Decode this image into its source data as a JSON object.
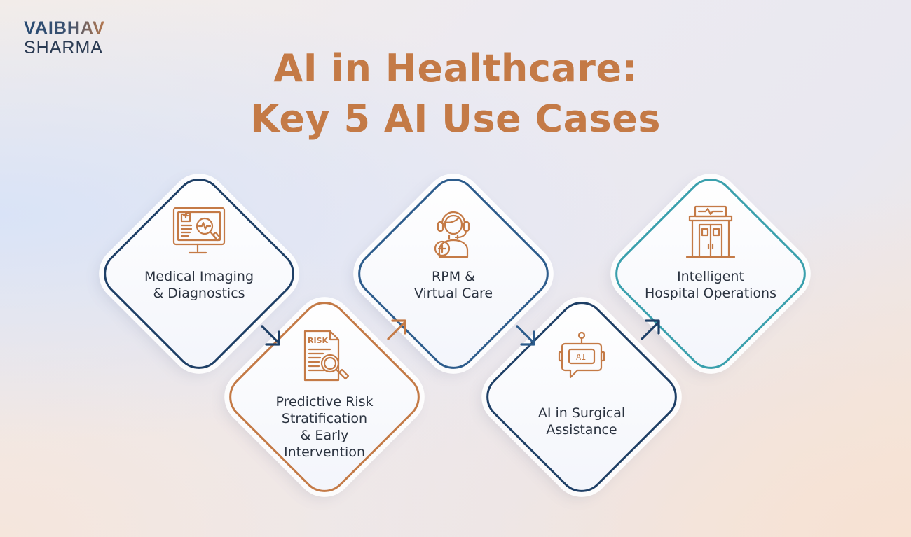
{
  "brand": {
    "line1": "VAIBHAV",
    "line2": "SHARMA"
  },
  "title": {
    "line1": "AI in Healthcare:",
    "line2": "Key 5 AI Use Cases"
  },
  "colors": {
    "accent": "#c47a46",
    "navy": "#1e3f66",
    "blue": "#2d5c8c",
    "teal": "#3aa0ad",
    "text": "#2b3340"
  },
  "cases": [
    {
      "lines": [
        "Medical Imaging",
        "& Diagnostics"
      ],
      "icon": "monitor-diagnostics-icon",
      "border": "#1e3f66",
      "icon_color": "#c47a46"
    },
    {
      "lines": [
        "Predictive Risk",
        "Stratification",
        "& Early",
        "Intervention"
      ],
      "icon": "risk-report-icon",
      "icon_text": "RISK",
      "border": "#c47a46",
      "icon_color": "#c47a46"
    },
    {
      "lines": [
        "RPM &",
        "Virtual Care"
      ],
      "icon": "headset-agent-icon",
      "border": "#2d5c8c",
      "icon_color": "#c47a46"
    },
    {
      "lines": [
        "AI in Surgical",
        "Assistance"
      ],
      "icon": "ai-robot-icon",
      "icon_text": "AI",
      "border": "#1e3f66",
      "icon_color": "#c47a46"
    },
    {
      "lines": [
        "Intelligent",
        "Hospital Operations"
      ],
      "icon": "hospital-building-icon",
      "border": "#3aa0ad",
      "icon_color": "#c47a46"
    }
  ],
  "arrows": [
    {
      "direction": "down",
      "color": "#1e3f66",
      "icon": "arrow-down-icon"
    },
    {
      "direction": "up",
      "color": "#c47a46",
      "icon": "arrow-up-right-icon"
    },
    {
      "direction": "down",
      "color": "#2d5c8c",
      "icon": "arrow-down-icon"
    },
    {
      "direction": "up",
      "color": "#1e3f66",
      "icon": "arrow-up-right-icon"
    }
  ]
}
